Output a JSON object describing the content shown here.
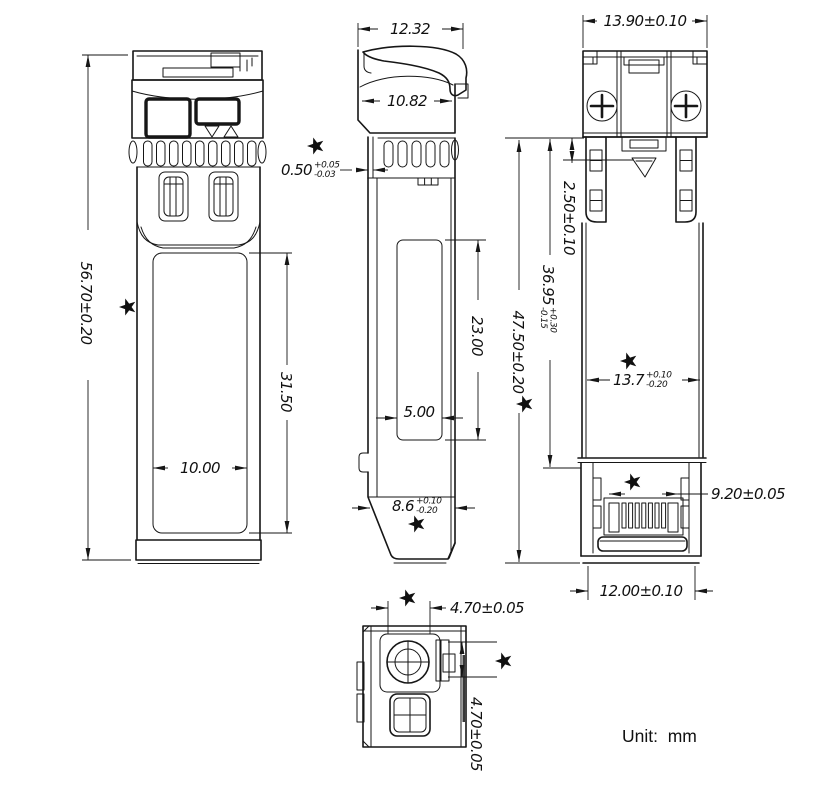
{
  "drawing": {
    "unit_label": "Unit:  mm",
    "views": {
      "front": {
        "dims": {
          "overall_height": "56.70±0.20",
          "label_width": "10.00",
          "label_window_height": "31.50"
        }
      },
      "side": {
        "dims": {
          "bail_depth": "12.32",
          "head_depth": "10.82",
          "emi_tab_thickness": {
            "value": "0.50",
            "tol_upper": "+0.05",
            "tol_lower": "-0.03"
          },
          "label_window_length": "23.00",
          "label_window_width": "5.00",
          "card_edge_depth": {
            "value": "8.6",
            "tol_upper": "+0.10",
            "tol_lower": "-0.20"
          }
        }
      },
      "rear": {
        "dims": {
          "overall_width": "13.90±0.10",
          "latch_offset": "2.50±0.10",
          "rail_length": {
            "value": "36.95",
            "tol_upper": "+0.30",
            "tol_lower": "-0.15"
          },
          "insertion_length": "47.50±0.20",
          "body_width": {
            "value": "13.7",
            "tol_upper": "+0.10",
            "tol_lower": "-0.20"
          },
          "pad_width": "9.20±0.05",
          "connector_width": "12.00±0.10"
        }
      },
      "bottom": {
        "dims": {
          "port_width": "4.70±0.05",
          "port_height": "4.70±0.05"
        }
      }
    }
  }
}
